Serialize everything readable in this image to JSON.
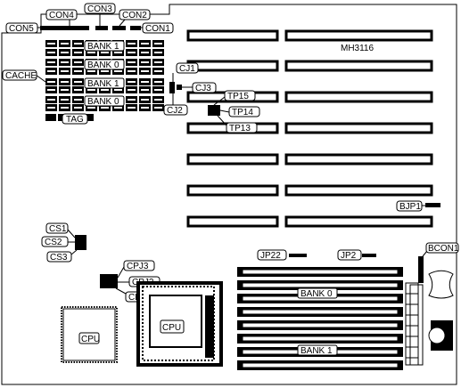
{
  "board": {
    "model": "MH3116"
  },
  "labels": {
    "con4": "CON4",
    "con3": "CON3",
    "con2": "CON2",
    "con1": "CON1",
    "con5": "CON5",
    "bank1_top": "BANK 1",
    "bank0_top": "BANK 0",
    "cache": "CACHE",
    "bank1_cache": "BANK 1",
    "bank0_cache": "BANK 0",
    "tag": "TAG",
    "cj1": "CJ1",
    "cj3": "CJ3",
    "cj2": "CJ2",
    "tp15": "TP15",
    "tp14": "TP14",
    "tp13": "TP13",
    "bjp1": "BJP1",
    "cs1": "CS1",
    "cs2": "CS2",
    "cs3": "CS3",
    "cpj3": "CPJ3",
    "cpj2": "CPJ2",
    "cpj1": "CPJ1",
    "jp22": "JP22",
    "jp2": "JP2",
    "bcon1": "BCON1",
    "bank0_bottom": "BANK 0",
    "bank1_bottom": "BANK 1",
    "cpu_left": "CPU",
    "cpu_center": "CPU"
  }
}
